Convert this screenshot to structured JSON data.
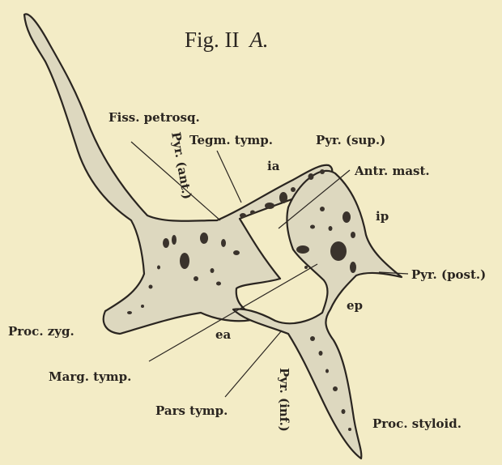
{
  "figure": {
    "title_main": "Fig. II",
    "title_italic": "A.",
    "background": "#f3ecc6",
    "ink": "#2a2520",
    "bone_fill": "#ddd8bf"
  },
  "labels": {
    "fiss_petrosq": "Fiss. petrosq.",
    "tegm_tymp": "Tegm. tymp.",
    "pyr_sup": "Pyr. (sup.)",
    "pyr_ant": "Pyr. (ant.)",
    "ia": "ia",
    "antr_mast": "Antr. mast.",
    "ip": "ip",
    "pyr_post": "Pyr. (post.)",
    "ep": "ep",
    "ea": "ea",
    "proc_zyg": "Proc. zyg.",
    "marg_tymp": "Marg. tymp.",
    "pars_tymp": "Pars tymp.",
    "pyr_inf": "Pyr. (inf.)",
    "proc_styloid": "Proc. styloid."
  }
}
